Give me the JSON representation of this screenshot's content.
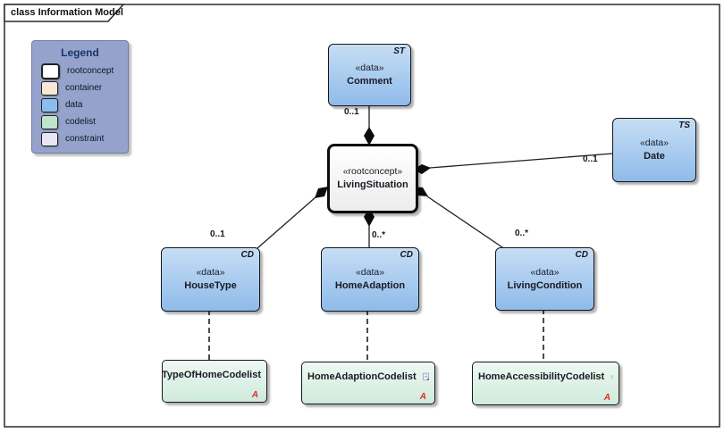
{
  "frame": {
    "title": "class Information Model"
  },
  "legend": {
    "title": "Legend",
    "items": [
      {
        "label": "rootconcept",
        "color": "#ffffff"
      },
      {
        "label": "container",
        "color": "#f8e7d3"
      },
      {
        "label": "data",
        "color": "#89bdee"
      },
      {
        "label": "codelist",
        "color": "#bee4cd"
      },
      {
        "label": "constraint",
        "color": "#e6e6f7"
      }
    ]
  },
  "nodes": {
    "comment": {
      "stereotype": "«data»",
      "name": "Comment",
      "type_letter": "ST"
    },
    "living_situation": {
      "stereotype": "«rootconcept»",
      "name": "LivingSituation",
      "type_letter": ""
    },
    "date": {
      "stereotype": "«data»",
      "name": "Date",
      "type_letter": "TS"
    },
    "house_type": {
      "stereotype": "«data»",
      "name": "HouseType",
      "type_letter": "CD"
    },
    "home_adaption": {
      "stereotype": "«data»",
      "name": "HomeAdaption",
      "type_letter": "CD"
    },
    "living_condition": {
      "stereotype": "«data»",
      "name": "LivingCondition",
      "type_letter": "CD"
    }
  },
  "codelists": {
    "type_of_home": {
      "name": "TypeOfHomeCodelist",
      "marker": "A"
    },
    "home_adaption": {
      "name": "HomeAdaptionCodelist",
      "marker": "A"
    },
    "home_accessibility": {
      "name": "HomeAccessibilityCodelist",
      "marker": "A"
    }
  },
  "multiplicities": {
    "comment": "0..1",
    "date": "0..1",
    "house_type": "0..1",
    "home_adaption": "0..*",
    "living_condition": "0..*"
  },
  "colors": {
    "data_fill_top": "#c6def5",
    "data_fill_bottom": "#8fbbe9",
    "codelist_fill_top": "#eef9f2",
    "codelist_fill_bottom": "#cfeadb",
    "legend_bg": "#95a3cc",
    "marker_red": "#d93025",
    "line": "#1f1f1f"
  }
}
